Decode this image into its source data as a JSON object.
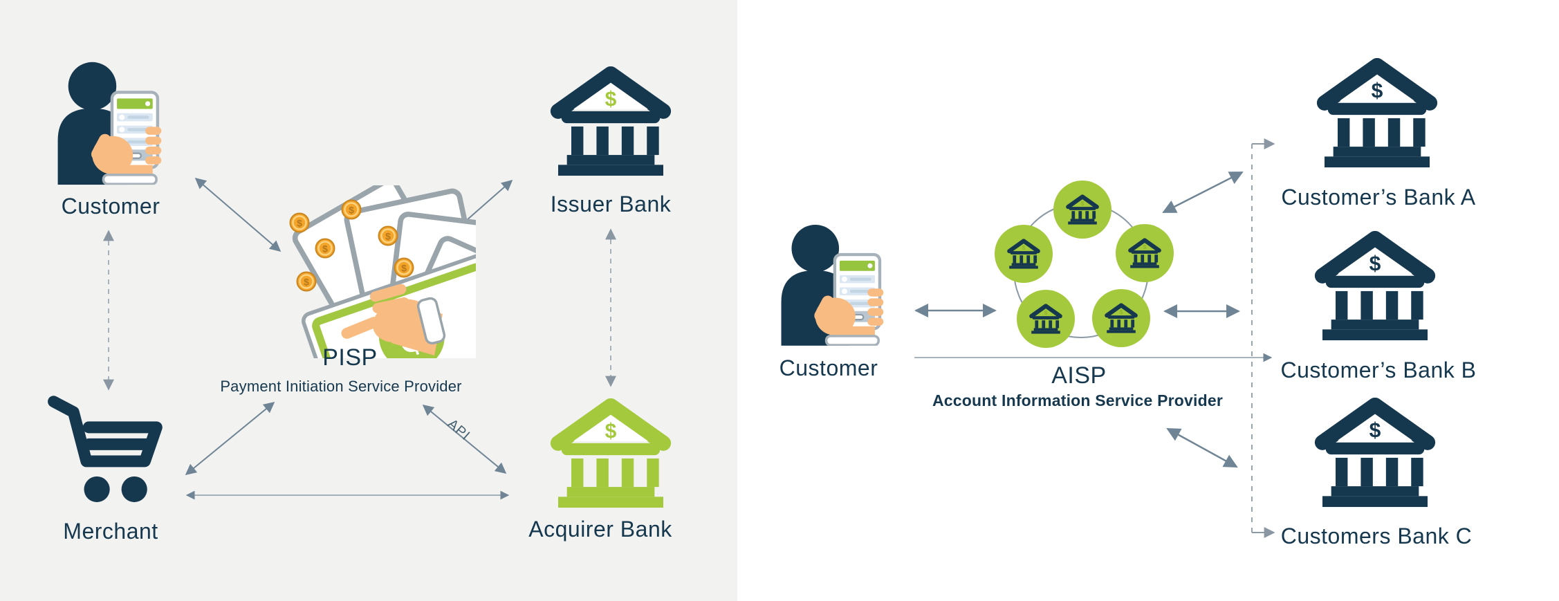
{
  "colors": {
    "navy": "#16384e",
    "lime_green": "#a5c93c",
    "coin_gold": "#f5a42a",
    "skin": "#f8bc83",
    "solid_arrow": "#6f8494",
    "dashed_arrow": "#9aa9b4",
    "left_panel_bg": "#f2f2f1",
    "right_panel_bg": "#ffffff"
  },
  "left_panel": {
    "customer": {
      "label": "Customer",
      "icon": "person-with-phone-icon"
    },
    "merchant": {
      "label": "Merchant",
      "icon": "shopping-cart-icon"
    },
    "issuer_bank": {
      "label": "Issuer Bank",
      "icon": "bank-icon"
    },
    "acquirer_bank": {
      "label": "Acquirer Bank",
      "icon": "bank-icon"
    },
    "pisp": {
      "label": "PISP",
      "sublabel": "Payment Initiation Service Provider",
      "icon": "hand-holding-money-icon"
    },
    "api_edge_label": "API"
  },
  "right_panel": {
    "customer": {
      "label": "Customer",
      "icon": "person-with-phone-icon"
    },
    "aisp": {
      "label": "AISP",
      "sublabel": "Account Information Service Provider",
      "icon": "bank-network-circle-icon"
    },
    "bank_a": {
      "label": "Customer’s Bank A",
      "icon": "bank-icon"
    },
    "bank_b": {
      "label": "Customer’s Bank B",
      "icon": "bank-icon"
    },
    "bank_c": {
      "label": "Customers Bank C",
      "icon": "bank-icon"
    }
  }
}
